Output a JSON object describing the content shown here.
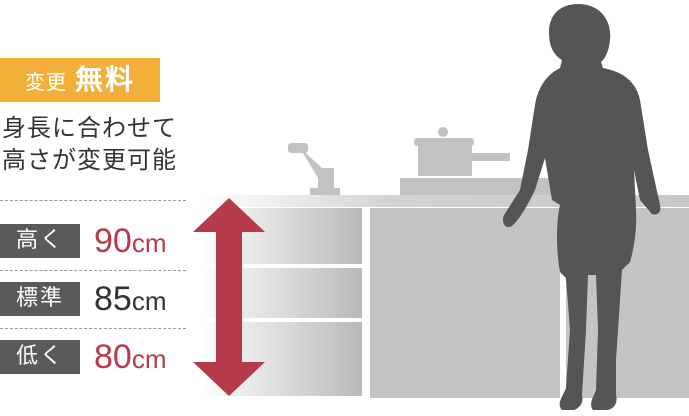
{
  "badge": {
    "small": "変更",
    "big": "無料"
  },
  "description": {
    "line1": "身長に合わせて",
    "line2": "高さが変更可能"
  },
  "heights": [
    {
      "label": "高く",
      "value": "90",
      "unit": "cm"
    },
    {
      "label": "標準",
      "value": "85",
      "unit": "cm"
    },
    {
      "label": "低く",
      "value": "80",
      "unit": "cm"
    }
  ],
  "colors": {
    "badge": "#f2b03b",
    "accent": "#b53a4a",
    "tag": "#5a5a5a"
  }
}
